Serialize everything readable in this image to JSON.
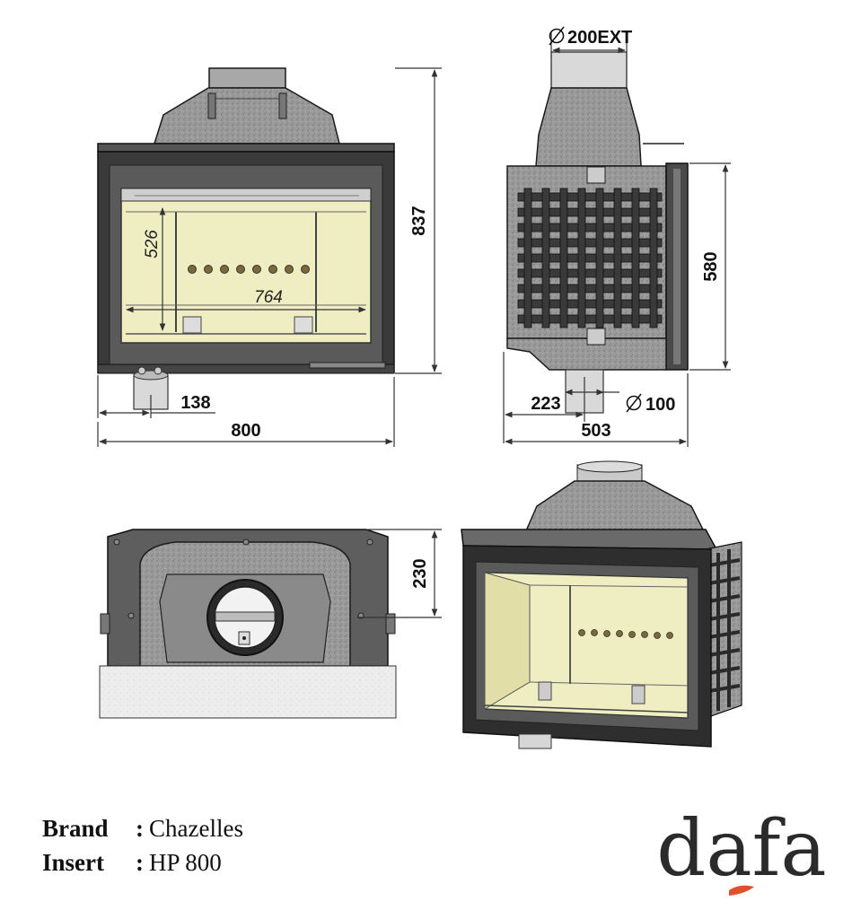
{
  "dimensions": {
    "front_total_height": "837",
    "front_total_width": "800",
    "front_flue_offset": "138",
    "front_glass_height": "526",
    "front_glass_width": "764",
    "side_flue_diameter": "200EXT",
    "side_height": "580",
    "side_flue_offset": "223",
    "side_air_diameter": "100",
    "side_depth": "503",
    "top_depth": "230"
  },
  "caption": {
    "brand_label": "Brand",
    "brand_value": "Chazelles",
    "insert_label": "Insert",
    "insert_value": "HP 800",
    "separator": ":"
  },
  "logo": {
    "text": "dafa",
    "text_color": "#2b2b2b",
    "accent_color": "#e0502a"
  },
  "colors": {
    "cast_iron": "#8a8a8a",
    "frame": "#3a3a3a",
    "firebrick": "#eeeec2",
    "outline": "#1a1a1a"
  }
}
